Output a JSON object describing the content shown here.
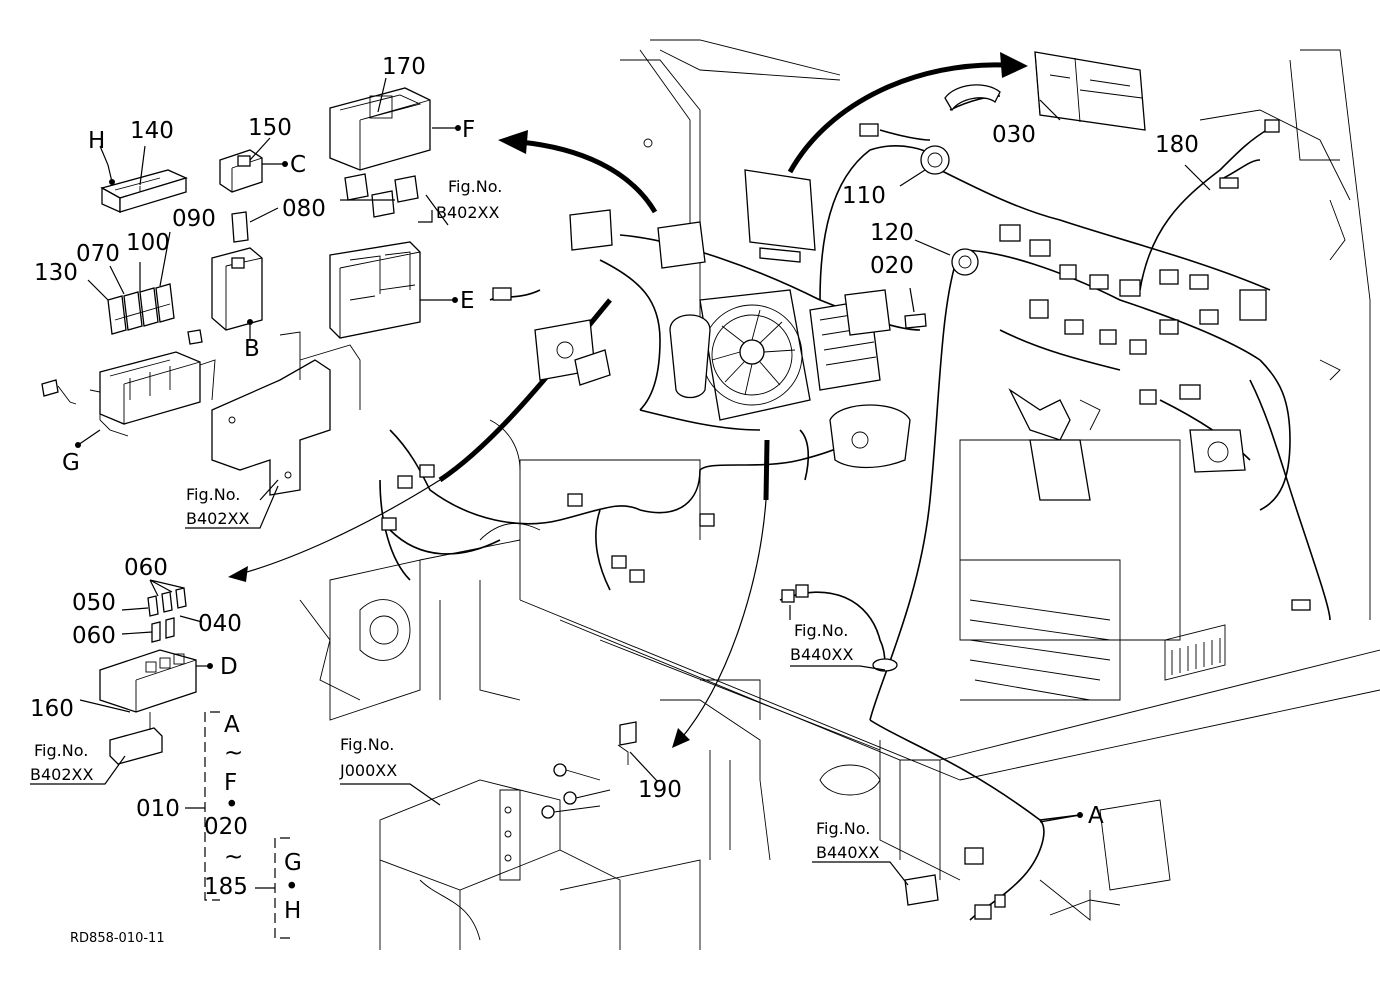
{
  "parts": {
    "p170": "170",
    "p150": "150",
    "p140": "140",
    "p080": "080",
    "p090": "090",
    "p100": "100",
    "p070": "070",
    "p130": "130",
    "p030": "030",
    "p180": "180",
    "p110": "110",
    "p120": "120",
    "p020": "020",
    "p060a": "060",
    "p050": "050",
    "p040": "040",
    "p060b": "060",
    "p160": "160",
    "p010": "010",
    "p020b": "020",
    "p185": "185",
    "p190": "190"
  },
  "letters": {
    "H": "H",
    "C": "C",
    "F": "F",
    "B": "B",
    "E": "E",
    "G": "G",
    "D": "D",
    "A": "A",
    "range_top_A": "A",
    "range_top_F": "F",
    "range_bottom_G": "G",
    "range_bottom_H": "H",
    "tilde": "~",
    "dot": "•"
  },
  "figure_refs": {
    "fig_label": "Fig.No.",
    "ref1": "B402XX",
    "ref2": "B402XX",
    "ref3": "B402XX",
    "ref4": "B440XX",
    "ref5": "J000XX",
    "ref6": "B440XX"
  },
  "drawing_code": "RD858-010-11"
}
